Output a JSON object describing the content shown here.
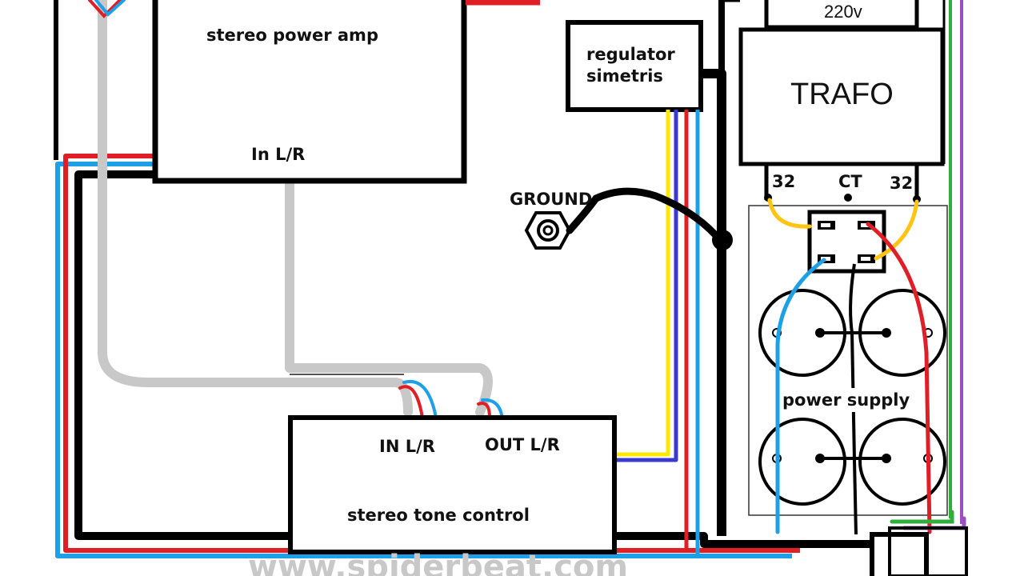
{
  "diagram": {
    "blocks": {
      "power_amp": {
        "title": "stereo power amp",
        "input": "In L/R"
      },
      "regulator": {
        "line1": "regulator",
        "line2": "simetris"
      },
      "trafo": {
        "title": "TRAFO",
        "mains": "220v",
        "tap_left": "32",
        "tap_center": "CT",
        "tap_right": "32"
      },
      "ground": {
        "label": "GROUND"
      },
      "power_supply": {
        "title": "power supply"
      },
      "tone_control": {
        "title": "stereo tone control",
        "input": "IN L/R",
        "output": "OUT L/R"
      }
    },
    "watermark": "www.spiderbeat.com",
    "wire_colors": {
      "black": "#000000",
      "red": "#e01e26",
      "blue": "#1ea0e6",
      "yellow": "#ffe800",
      "navy": "#3a3ad0",
      "gray": "#c8c8c8",
      "orange": "#ffc414",
      "green": "#2fae3c",
      "purple": "#9b4fc0"
    }
  }
}
